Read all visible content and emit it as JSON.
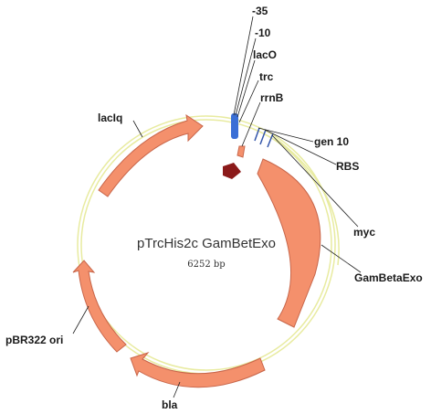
{
  "plasmid": {
    "name": "pTrcHis2c GamBetExo",
    "size_label": "6252 bp"
  },
  "features": [
    {
      "key": "m35",
      "label": "-35"
    },
    {
      "key": "m10",
      "label": "-10"
    },
    {
      "key": "laco",
      "label": "lacO"
    },
    {
      "key": "trc",
      "label": "trc"
    },
    {
      "key": "rrnb",
      "label": "rrnB"
    },
    {
      "key": "gen10",
      "label": "gen 10"
    },
    {
      "key": "rbs",
      "label": "RBS"
    },
    {
      "key": "myc",
      "label": "myc"
    },
    {
      "key": "gbe",
      "label": "GamBetaExo"
    },
    {
      "key": "laciq",
      "label": "lacIq"
    },
    {
      "key": "ori",
      "label": "pBR322 ori"
    },
    {
      "key": "bla",
      "label": "bla"
    }
  ],
  "colors": {
    "backbone": "#e8eba0",
    "gene_fill": "#f4906c",
    "gene_stroke": "#c8664a",
    "promoter": "#3a6fd6",
    "element_line": "#3355aa",
    "marker": "#8b1a1a"
  }
}
